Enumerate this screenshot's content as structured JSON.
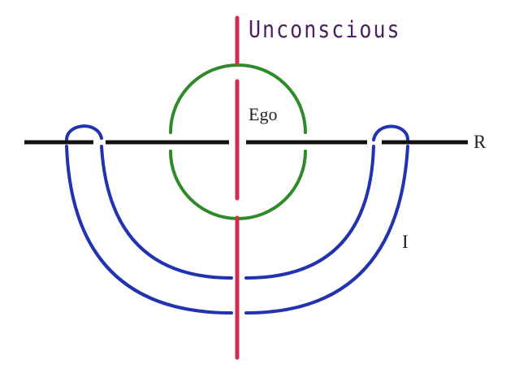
{
  "labels": {
    "unconscious": "Unconscious",
    "ego": "Ego",
    "r": "R",
    "i": "I"
  },
  "colors": {
    "unconscious_line": "#d62b4e",
    "ego_circle": "#2f8a2a",
    "r_line": "#111111",
    "i_loop": "#2233b0",
    "unconscious_text": "#4a2060",
    "label_text": "#222222"
  }
}
